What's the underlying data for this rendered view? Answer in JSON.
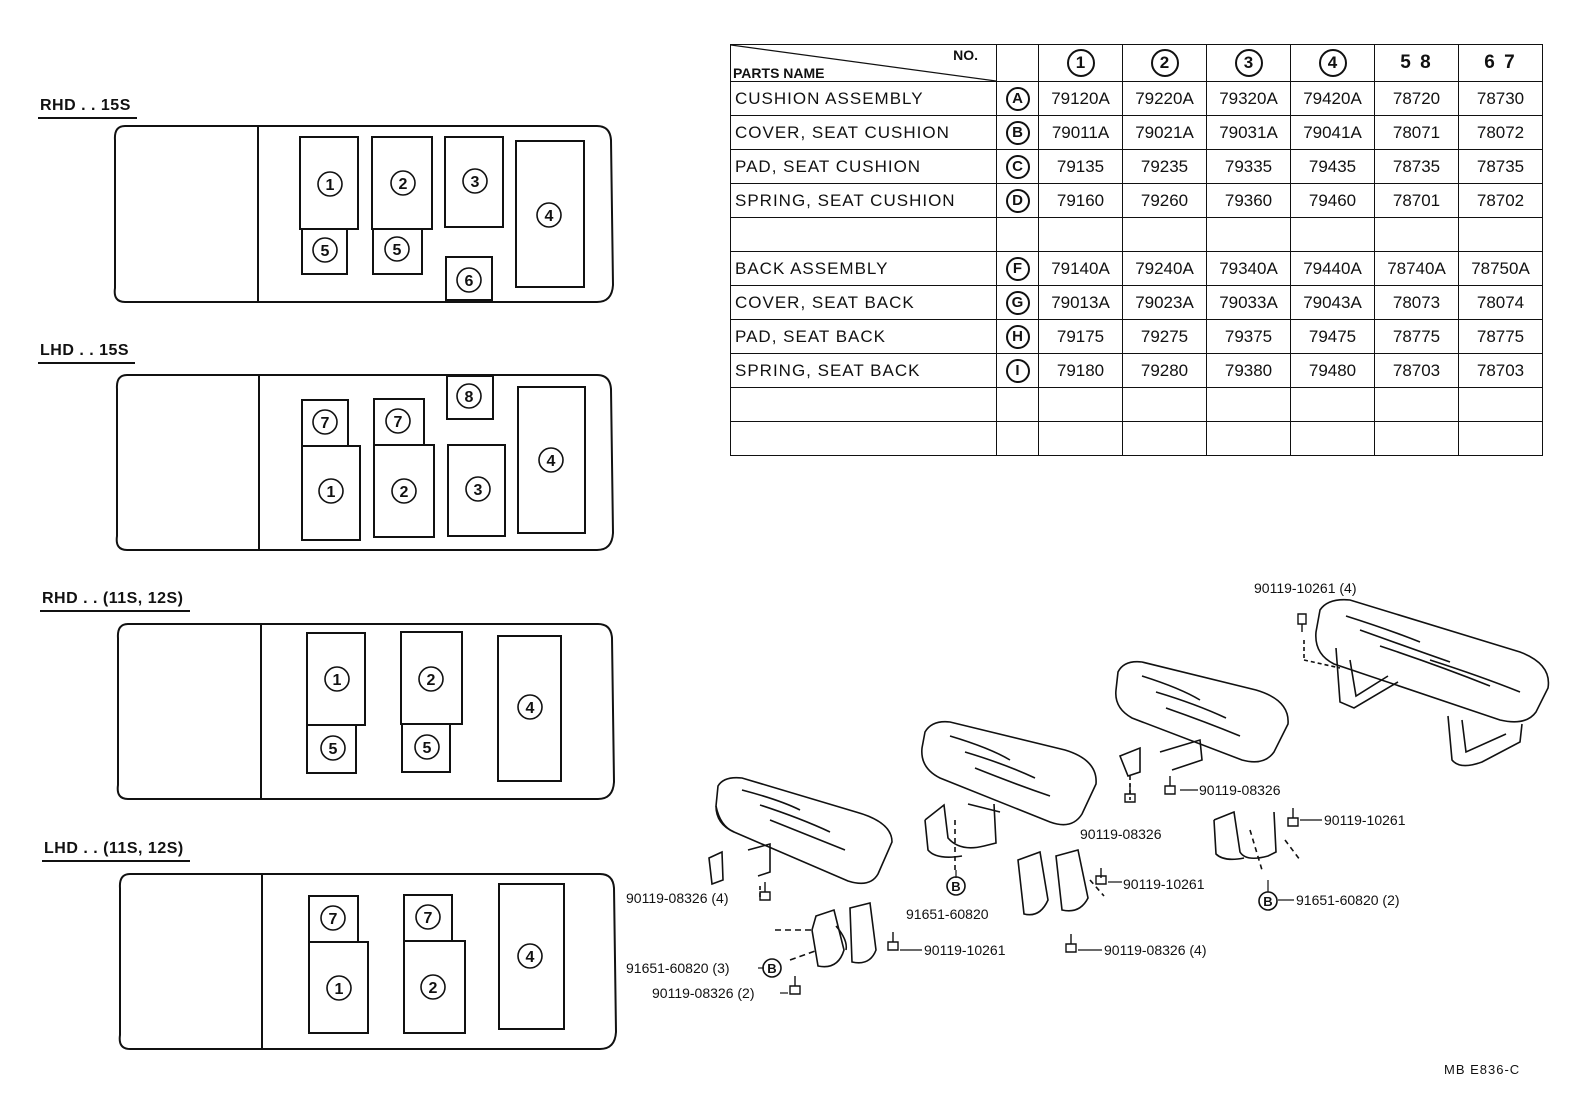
{
  "layouts": [
    {
      "label": "RHD . . 15S"
    },
    {
      "label": "LHD . . 15S"
    },
    {
      "label": "RHD . . (11S, 12S)"
    },
    {
      "label": "LHD . . (11S, 12S)"
    }
  ],
  "table": {
    "corner_no": "NO.",
    "corner_parts": "PARTS NAME",
    "columns": [
      "1",
      "2",
      "3",
      "4",
      "5 8",
      "6 7"
    ],
    "rows": [
      {
        "name": "CUSHION  ASSEMBLY",
        "code": "A",
        "values": [
          "79120A",
          "79220A",
          "79320A",
          "79420A",
          "78720",
          "78730"
        ]
      },
      {
        "name": "COVER, SEAT  CUSHION",
        "code": "B",
        "values": [
          "79011A",
          "79021A",
          "79031A",
          "79041A",
          "78071",
          "78072"
        ]
      },
      {
        "name": "PAD, SEAT  CUSHION",
        "code": "C",
        "values": [
          "79135",
          "79235",
          "79335",
          "79435",
          "78735",
          "78735"
        ]
      },
      {
        "name": "SPRING, SEAT  CUSHION",
        "code": "D",
        "values": [
          "79160",
          "79260",
          "79360",
          "79460",
          "78701",
          "78702"
        ]
      },
      {
        "name": "",
        "code": "",
        "values": [
          "",
          "",
          "",
          "",
          "",
          ""
        ]
      },
      {
        "name": "BACK  ASSEMBLY",
        "code": "F",
        "values": [
          "79140A",
          "79240A",
          "79340A",
          "79440A",
          "78740A",
          "78750A"
        ]
      },
      {
        "name": "COVER, SEAT  BACK",
        "code": "G",
        "values": [
          "79013A",
          "79023A",
          "79033A",
          "79043A",
          "78073",
          "78074"
        ]
      },
      {
        "name": "PAD, SEAT  BACK",
        "code": "H",
        "values": [
          "79175",
          "79275",
          "79375",
          "79475",
          "78775",
          "78775"
        ]
      },
      {
        "name": "SPRING, SEAT  BACK",
        "code": "I",
        "values": [
          "79180",
          "79280",
          "79380",
          "79480",
          "78703",
          "78703"
        ]
      },
      {
        "name": "",
        "code": "",
        "values": [
          "",
          "",
          "",
          "",
          "",
          ""
        ]
      },
      {
        "name": "",
        "code": "",
        "values": [
          "",
          "",
          "",
          "",
          "",
          ""
        ]
      }
    ]
  },
  "callouts": {
    "c1": "90119-10261 (4)",
    "c2": "90119-08326",
    "c3": "90119-08326",
    "c4": "90119-10261",
    "c5": "90119-10261",
    "c6": "91651-60820 (2)",
    "c7": "91651-60820",
    "c8": "90119-08326 (4)",
    "c9": "90119-08326 (4)",
    "c10": "91651-60820 (3)",
    "c11": "90119-10261",
    "c12": "90119-08326 (2)",
    "b_marker": "B"
  },
  "reference": "MB  E836-C"
}
